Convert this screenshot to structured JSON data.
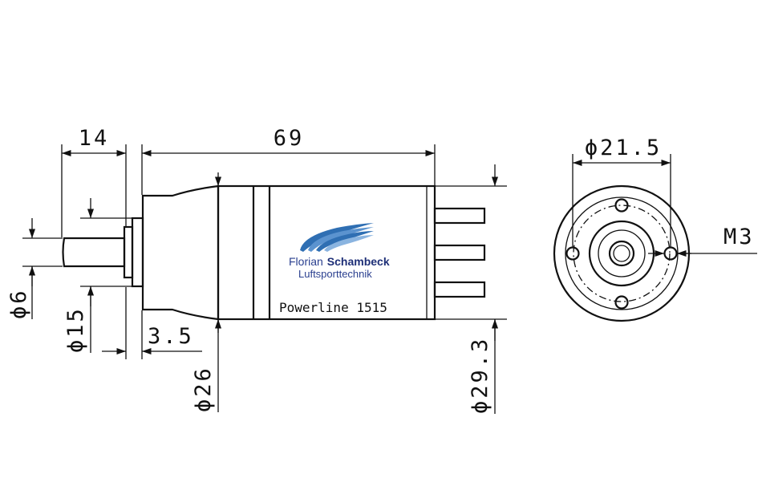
{
  "dimensions": {
    "shaft_length": "14",
    "body_length": "69",
    "shaft_diameter": "ϕ6",
    "collar_diameter": "ϕ15",
    "flange_thickness": "3.5",
    "front_diameter": "ϕ26",
    "body_diameter": "ϕ29.3",
    "bolt_circle": "ϕ21.5",
    "thread": "M3"
  },
  "label": {
    "brand_first": "Florian",
    "brand_last": "Schambeck",
    "brand_sub": "Luftsporttechnik",
    "model": "Powerline 1515"
  },
  "colors": {
    "logo_swoosh": "#2f6fb3",
    "logo_text": "#1e2f77"
  }
}
